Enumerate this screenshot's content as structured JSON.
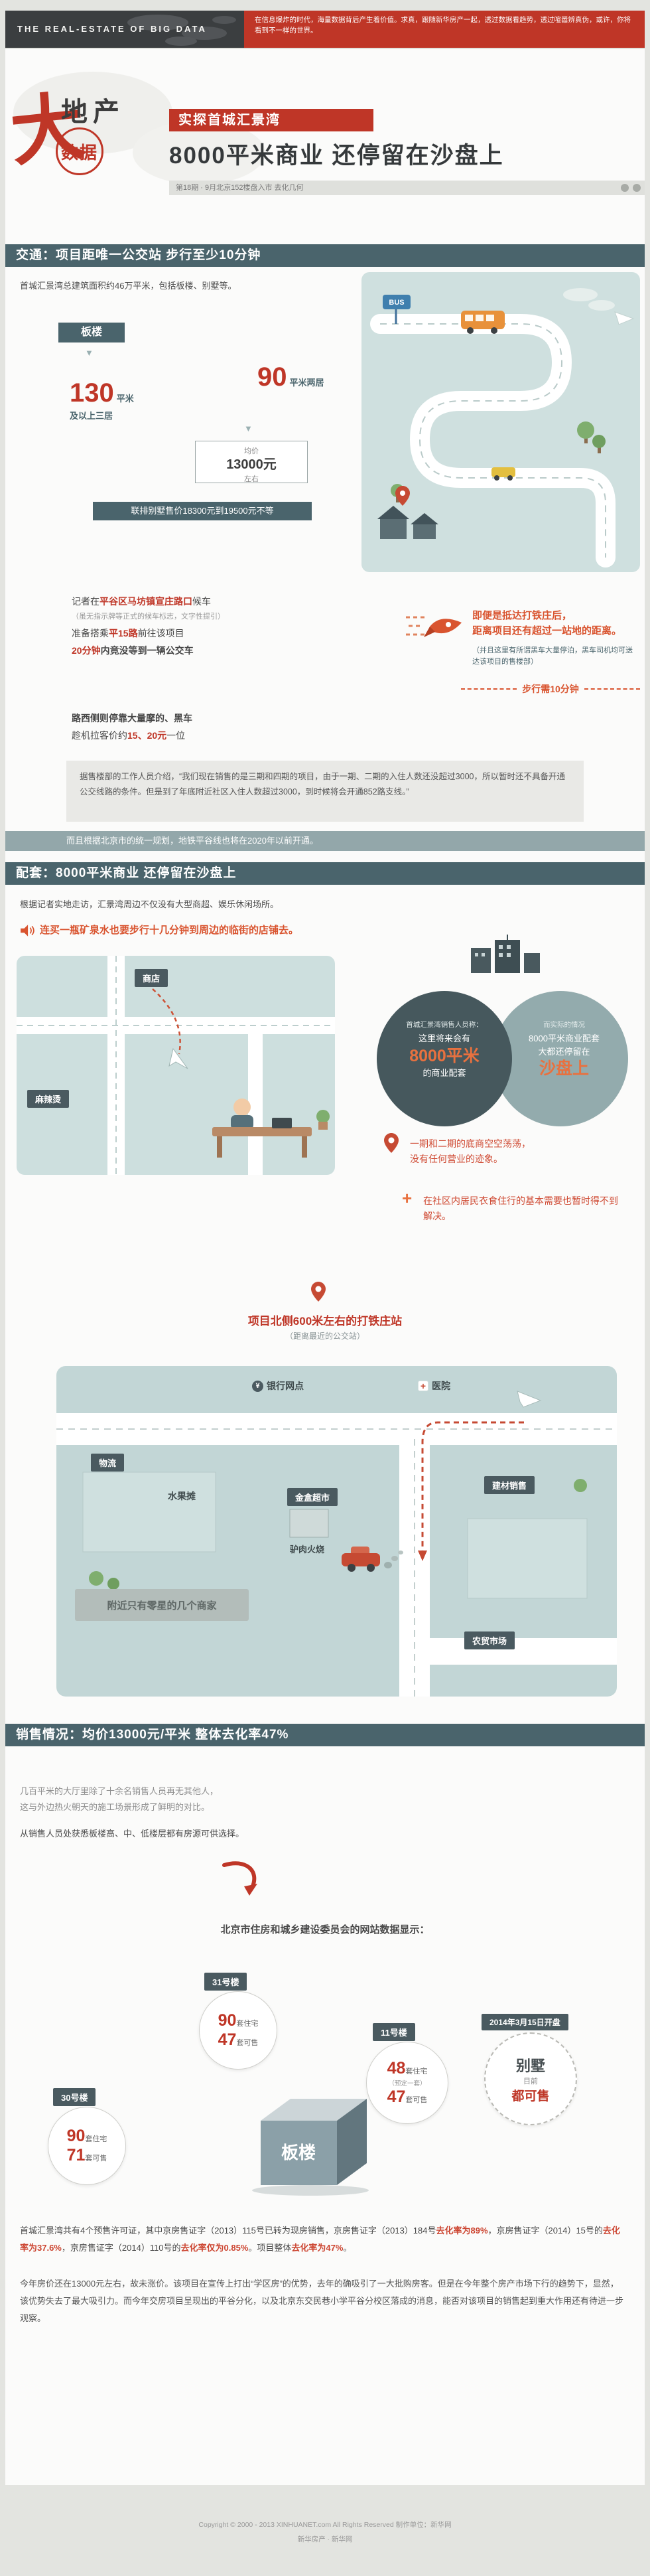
{
  "banner": {
    "left_title": "THE  REAL-ESTATE  OF  BIG  DATA",
    "right_text": "在信息爆炸的时代，海量数据背后产生着价值。求真，跟随新华房产一起，透过数据看趋势，透过喧嚣辨真伪，或许，你将看到不一样的世界。"
  },
  "header": {
    "logo_da": "大",
    "logo_dichan": "地产",
    "logo_shuju": "数据",
    "subtitle": "实探首城汇景湾",
    "title": "8000平米商业 还停留在沙盘上",
    "issue_bar": "第18期 · 9月北京152楼盘入市 去化几何"
  },
  "icons": {
    "arrow_down": "▼",
    "yen": "¥",
    "cross": "+"
  },
  "section1": {
    "header": "交通：项目距唯一公交站 步行至少10分钟",
    "intro": "首城汇景湾总建筑面积约46万平米，包括板楼、别墅等。",
    "banlou_label": "板楼",
    "stat1_num": "130",
    "stat1_unit": "平米",
    "stat1_desc": "及以上三居",
    "stat2_num": "90",
    "stat2_unit": "平米两居",
    "avg_label": "均价",
    "avg_price": "13000元",
    "avg_suffix": "左右",
    "villa_note": "联排别墅售价18300元到19500元不等",
    "bus_sign": "BUS",
    "arrive_note_line1": "即便是抵达打铁庄后，",
    "arrive_note_line2": "距离项目还有超过一站地的距离。",
    "arrive_note_sub": "（并且这里有所谓黑车大量停泊，黑车司机均可送达该项目的售楼部）",
    "walk_label": "步行需10分钟",
    "reporter_pre": "记者在",
    "reporter_hl": "平谷区马坊镇宣庄路口",
    "reporter_post": "候车",
    "reporter_note": "（虽无指示牌等正式的候车标志，文字性提引）",
    "reporter_line2_pre": "准备搭乘",
    "reporter_line2_hl": "平15路",
    "reporter_line2_post": "前往该项目",
    "reporter_line3_hl": "20分钟",
    "reporter_line3_post": "内竟没等到一辆公交车",
    "moto_line1": "路西侧则停靠大量摩的、黑车",
    "moto_line2_pre": "趁机拉客价约",
    "moto_line2_hl": "15、20元",
    "moto_line2_post": "一位",
    "quote": "据售楼部的工作人员介绍，“我们现在销售的是三期和四期的项目，由于一期、二期的入住人数还没超过3000，所以暂时还不具备开通公交线路的条件。但是到了年底附近社区入住人数超过3000，到时候将会开通852路支线。”",
    "metro_note": "而且根据北京市的统一规划，地铁平谷线也将在2020年以前开通。"
  },
  "section2": {
    "header": "配套：8000平米商业 还停留在沙盘上",
    "intro": "根据记者实地走访，汇景湾周边不仅没有大型商超、娱乐休闲场所。",
    "speaker_note": "连买一瓶矿泉水也要步行十几分钟到周边的临街的店铺去。",
    "map_shop_label": "商店",
    "map_snack_label": "麻辣烫",
    "venn_left_title": "首城汇景湾销售人员称：",
    "venn_left_line1": "这里将来会有",
    "venn_left_hl": "8000平米",
    "venn_left_line2": "的商业配套",
    "venn_right_title": "而实际的情况",
    "venn_right_line1": "8000平米商业配套",
    "venn_right_line2": "大都还停留在",
    "venn_right_hl": "沙盘上",
    "red_note1_line1": "一期和二期的底商空空荡荡，",
    "red_note1_line2": "没有任何营业的迹象。",
    "plus_sign": "+",
    "red_note2": "在社区内居民衣食住行的基本需要也暂时得不到解决。",
    "station_title": "项目北侧600米左右的打铁庄站",
    "station_sub": "（距离最近的公交站）",
    "map2": {
      "bank": "银行网点",
      "hospital": "医院",
      "logistics": "物流",
      "fruit": "水果摊",
      "supermarket": "金盒超市",
      "donkey_burger": "驴肉火烧",
      "building_materials": "建材销售",
      "farmers_market": "农贸市场",
      "note": "附近只有零星的几个商家"
    }
  },
  "section3": {
    "header": "销售情况：均价13000元/平米 整体去化率47%",
    "para1_line1": "几百平米的大厅里除了十余名销售人员再无其他人，",
    "para1_line2": "这与外边热火朝天的施工场景形成了鲜明的对比。",
    "para1_line3": "从销售人员处获悉板楼高、中、低楼层都有房源可供选择。",
    "source_line": "北京市住房和城乡建设委员会的网站数据显示：",
    "b31": {
      "badge": "31号楼",
      "num1": "90",
      "unit1": "套住宅",
      "num2": "47",
      "unit2": "套可售"
    },
    "b11": {
      "badge": "11号楼",
      "num1": "48",
      "unit1": "套住宅",
      "note": "（预定一套）",
      "num2": "47",
      "unit2": "套可售"
    },
    "villa": {
      "badge": "2014年3月15日开盘",
      "name": "别墅",
      "status_pre": "目前",
      "status_hl": "都可售"
    },
    "b30": {
      "badge": "30号楼",
      "num1": "90",
      "unit1": "套住宅",
      "num2": "71",
      "unit2": "套可售"
    },
    "banlou_box": "板楼",
    "para2": [
      {
        "t": "首城汇景湾共有4个预售许可证，其中京房售证字（2013）115号已转为现房销售，京房售证字（2013）184号",
        "c": "dark"
      },
      {
        "t": "去化率为89%",
        "c": "red"
      },
      {
        "t": "，京房售证字（2014）15号的",
        "c": "dark"
      },
      {
        "t": "去化率为37.6%",
        "c": "red"
      },
      {
        "t": "，京房售证字（2014）110号的",
        "c": "dark"
      },
      {
        "t": "去化率仅为0.85%",
        "c": "red"
      },
      {
        "t": "。项目整体",
        "c": "dark"
      },
      {
        "t": "去化率为47%",
        "c": "red"
      },
      {
        "t": "。",
        "c": "dark"
      }
    ],
    "para3": "今年房价还在13000元左右，故未涨价。该项目在宣传上打出“学区房”的优势，去年的确吸引了一大批购房客。但是在今年整个房产市场下行的趋势下，显然，该优势失去了最大吸引力。而今年交房项目呈现出的平谷分化，以及北京东交民巷小学平谷分校区落成的消息，能否对该项目的销售起到重大作用还有待进一步观察。"
  },
  "footer": {
    "line1": "Copyright © 2000 - 2013 XINHUANET.com  All Rights Reserved  制作单位：新华网",
    "line2": "新华房产 · 新华网"
  }
}
